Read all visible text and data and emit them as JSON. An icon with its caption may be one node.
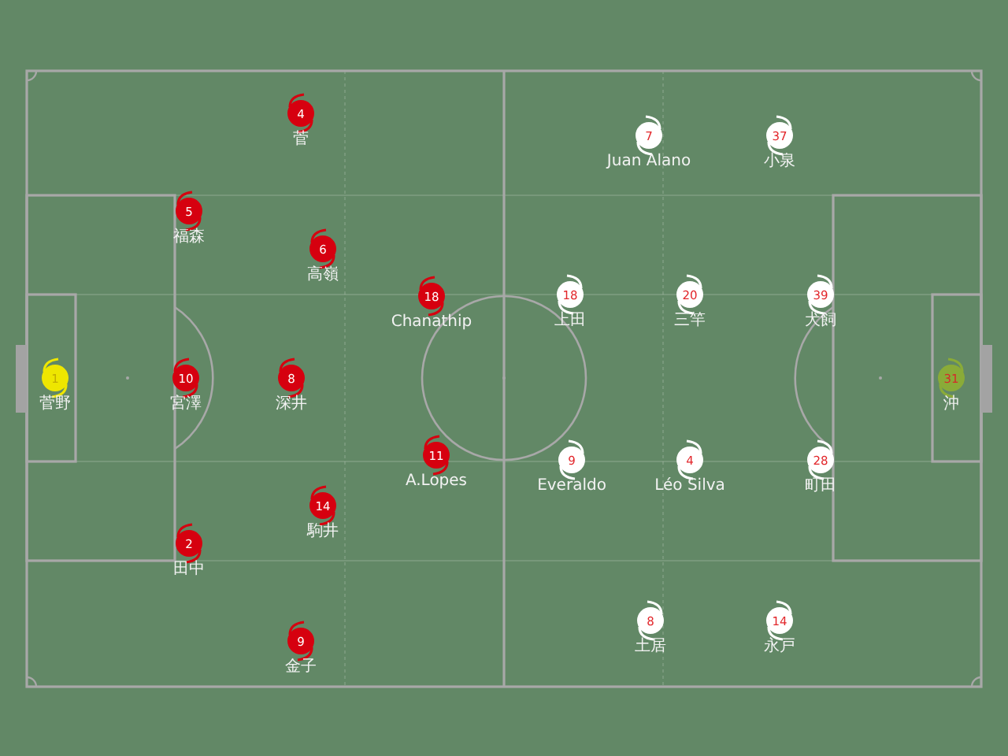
{
  "diagram": {
    "nodes": [
      {
        "text": [
          "1"
        ],
        "beside": [
          "菅野"
        ]
      },
      {
        "text": [
          "4"
        ],
        "beside": [
          "菅"
        ]
      },
      {
        "text": [
          "5"
        ],
        "beside": [
          "福森"
        ]
      },
      {
        "text": [
          "10"
        ],
        "beside": [
          "宮澤"
        ]
      },
      {
        "text": [
          "2"
        ],
        "beside": [
          "田中"
        ]
      },
      {
        "text": [
          "9"
        ],
        "beside": [
          "金子"
        ]
      },
      {
        "text": [
          "6"
        ],
        "beside": [
          "高嶺"
        ]
      },
      {
        "text": [
          "8"
        ],
        "beside": [
          "深井"
        ]
      },
      {
        "text": [
          "14"
        ],
        "beside": [
          "駒井"
        ]
      },
      {
        "text": [
          "18"
        ],
        "beside": [
          "Chanathip"
        ]
      },
      {
        "text": [
          "11"
        ],
        "beside": [
          "A.Lopes"
        ]
      },
      {
        "text": [
          "31"
        ],
        "beside": [
          "沖"
        ]
      },
      {
        "text": [
          "7"
        ],
        "beside": [
          "Juan Alano"
        ]
      },
      {
        "text": [
          "37"
        ],
        "beside": [
          "小泉"
        ]
      },
      {
        "text": [
          "39"
        ],
        "beside": [
          "犬飼"
        ]
      },
      {
        "text": [
          "20"
        ],
        "beside": [
          "三竿"
        ]
      },
      {
        "text": [
          "18"
        ],
        "beside": [
          "上田"
        ]
      },
      {
        "text": [
          "28"
        ],
        "beside": [
          "町田"
        ]
      },
      {
        "text": [
          "4"
        ],
        "beside": [
          "Léo Silva"
        ]
      },
      {
        "text": [
          "9"
        ],
        "beside": [
          "Everaldo"
        ]
      },
      {
        "text": [
          "8"
        ],
        "beside": [
          "土居"
        ]
      },
      {
        "text": [
          "14"
        ],
        "beside": [
          "永戸"
        ]
      }
    ]
  }
}
